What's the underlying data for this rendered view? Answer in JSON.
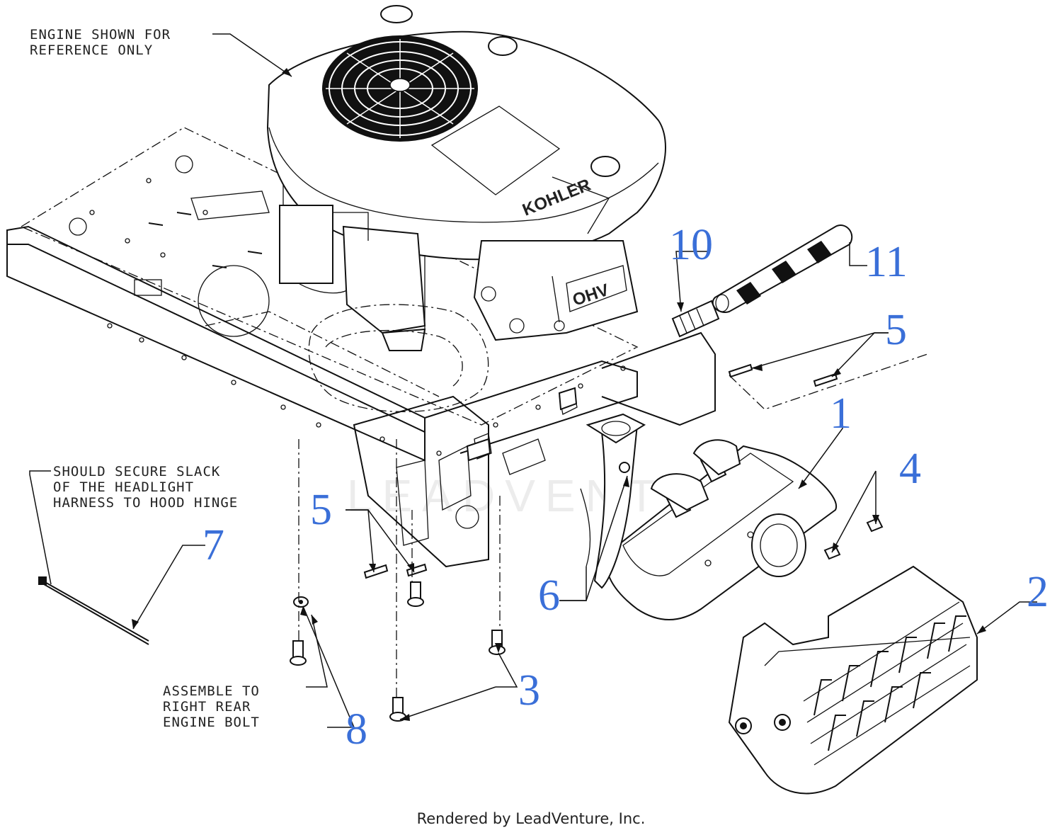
{
  "notes": {
    "engine_reference": [
      "ENGINE SHOWN FOR",
      "REFERENCE ONLY"
    ],
    "headlight_harness": [
      "SHOULD SECURE SLACK",
      "OF THE HEADLIGHT",
      "HARNESS TO HOOD HINGE"
    ],
    "assemble_bolt": [
      "ASSEMBLE TO",
      "RIGHT REAR",
      "ENGINE BOLT"
    ]
  },
  "callouts": {
    "c1": "1",
    "c2": "2",
    "c3": "3",
    "c4": "4",
    "c5_upper": "5",
    "c5_lower": "5",
    "c6": "6",
    "c7": "7",
    "c8": "8",
    "c10": "10",
    "c11": "11"
  },
  "engine_logos": {
    "brand": "KOHLER",
    "badge": "OHV"
  },
  "watermark": "LEADVENTURE",
  "footer": "Rendered by LeadVenture, Inc.",
  "colors": {
    "callout": "#3a6fd8",
    "line": "#111111"
  }
}
